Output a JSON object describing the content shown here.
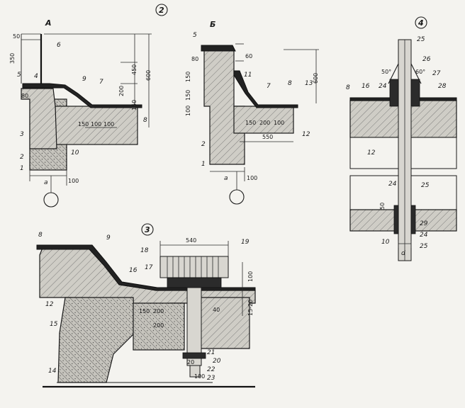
{
  "sections": {
    "a": {
      "letter": "А",
      "labels": [
        "1",
        "2",
        "3",
        "4",
        "5",
        "6",
        "7",
        "8",
        "9",
        "10"
      ],
      "dims": [
        "50",
        "350",
        "450",
        "200",
        "150",
        "600",
        "80",
        "150",
        "100",
        "100",
        "a",
        "100"
      ]
    },
    "b": {
      "letter": "Б",
      "labels": [
        "1",
        "2",
        "5",
        "7",
        "8",
        "11",
        "12",
        "13"
      ],
      "dims": [
        "80",
        "60",
        "150",
        "150",
        "100",
        "600",
        "150",
        "200",
        "100",
        "550",
        "a",
        "100"
      ]
    },
    "c": {
      "title": "2",
      "num3": "3",
      "labels": [
        "8",
        "9",
        "12",
        "14",
        "15",
        "16",
        "17",
        "18",
        "19",
        "20",
        "21",
        "22",
        "23"
      ],
      "dims": [
        "540",
        "100",
        "15-20",
        "150",
        "200",
        "200",
        "40",
        "20",
        "100"
      ]
    },
    "d": {
      "title": "4",
      "labels": [
        "8",
        "12",
        "16",
        "24",
        "25",
        "26",
        "27",
        "28",
        "24",
        "25",
        "29",
        "24",
        "25",
        "10"
      ],
      "angles": [
        "50°",
        "60°"
      ],
      "dims": [
        "50",
        "d"
      ]
    }
  }
}
